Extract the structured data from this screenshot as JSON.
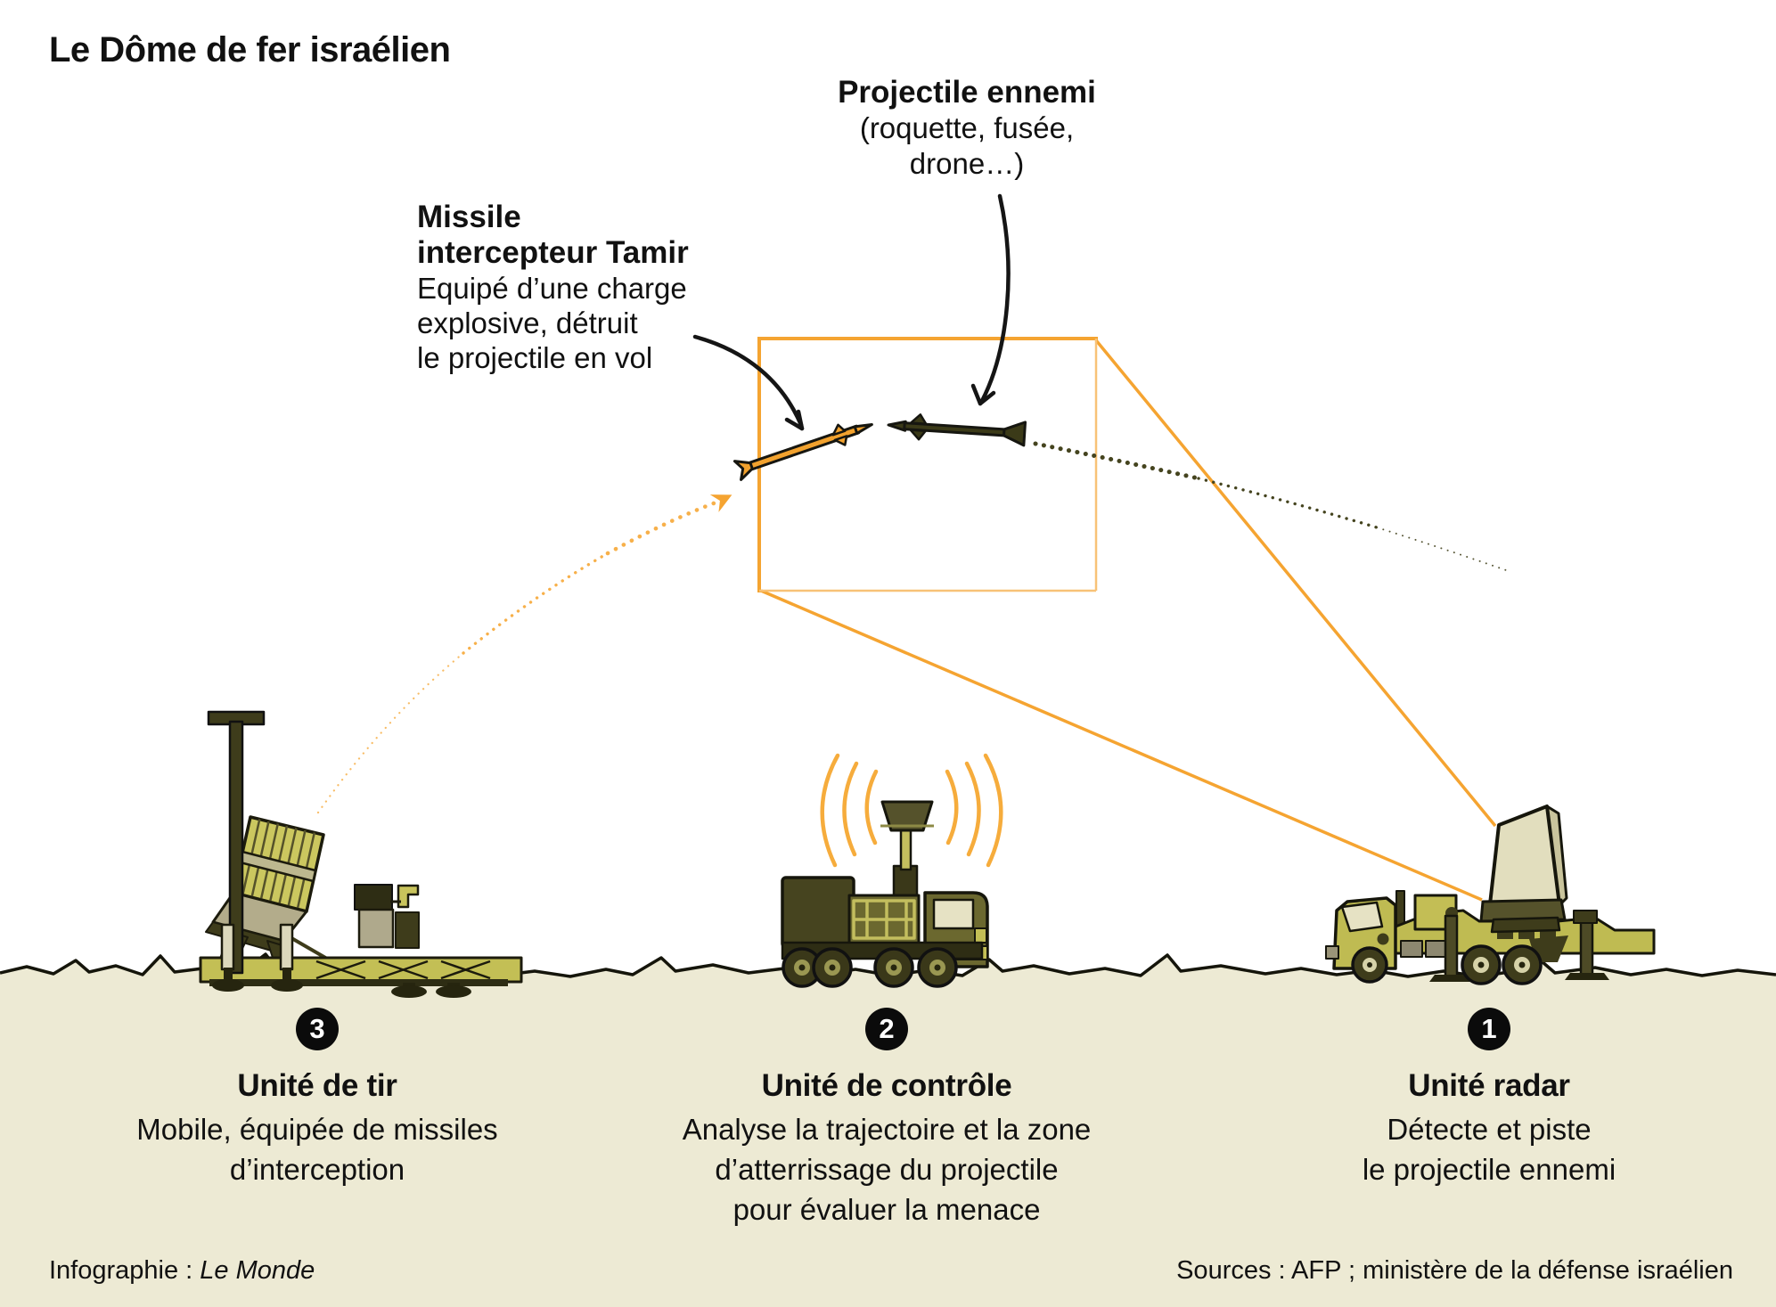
{
  "title": "Le Dôme de fer israélien",
  "enemy_label": {
    "title": "Projectile ennemi",
    "lines": [
      "(roquette, fusée,",
      "drone…)"
    ]
  },
  "interceptor_label": {
    "bold_lines": [
      "Missile",
      "intercepteur Tamir"
    ],
    "lines": [
      "Equipé d’une charge",
      "explosive, détruit",
      "le projectile en vol"
    ]
  },
  "units": [
    {
      "number": "1",
      "name": "Unité radar",
      "lines": [
        "Détecte et piste",
        "le projectile ennemi"
      ]
    },
    {
      "number": "2",
      "name": "Unité de contrôle",
      "lines": [
        "Analyse la trajectoire et la zone",
        "d’atterrissage du projectile",
        "pour évaluer la menace"
      ]
    },
    {
      "number": "3",
      "name": "Unité de tir",
      "lines": [
        "Mobile, équipée de missiles",
        "d’interception"
      ]
    }
  ],
  "footer": {
    "credit_label": "Infographie :",
    "credit_name": "Le Monde",
    "sources": "Sources : AFP ; ministère de la défense israélien"
  },
  "colors": {
    "accent_orange": "#F5A431",
    "dot_orange": "#F7B04A",
    "olive_dark": "#3E3C1B",
    "vehicle_green": "#BFBB52",
    "canister_yellow": "#CBC75F",
    "radar_panel_cream": "#E2DEBE",
    "ground_beige": "#EDEAD4",
    "text_black": "#111111"
  }
}
